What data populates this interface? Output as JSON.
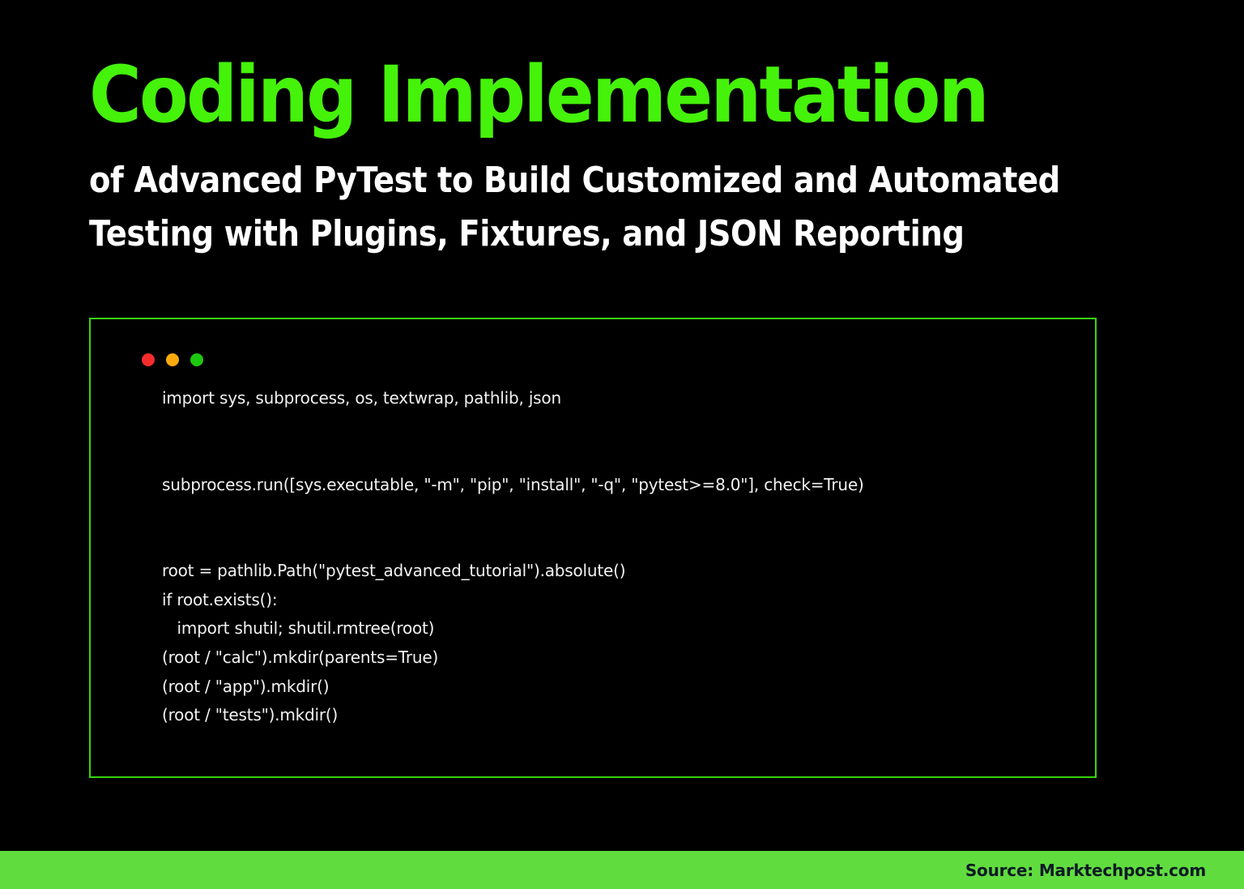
{
  "header": {
    "title": "Coding Implementation",
    "title_color": "#45f20a",
    "subtitle_lines": [
      "of Advanced PyTest to Build Customized and Automated",
      "Testing with Plugins, Fixtures, and JSON Reporting"
    ]
  },
  "code_window": {
    "border_color": "#39d40e",
    "window_controls": [
      {
        "name": "close",
        "color": "#f42c2c"
      },
      {
        "name": "minimize",
        "color": "#fbaa0c"
      },
      {
        "name": "maximize",
        "color": "#1ec80e"
      }
    ],
    "lines": [
      "import sys, subprocess, os, textwrap, pathlib, json",
      "",
      "",
      "subprocess.run([sys.executable, \"-m\", \"pip\", \"install\", \"-q\", \"pytest>=8.0\"], check=True)",
      "",
      "",
      "root = pathlib.Path(\"pytest_advanced_tutorial\").absolute()",
      "if root.exists():",
      "   import shutil; shutil.rmtree(root)",
      "(root / \"calc\").mkdir(parents=True)",
      "(root / \"app\").mkdir()",
      "(root / \"tests\").mkdir()"
    ]
  },
  "footer": {
    "source": "Source: Marktechpost.com",
    "background": "#61dc3e"
  }
}
